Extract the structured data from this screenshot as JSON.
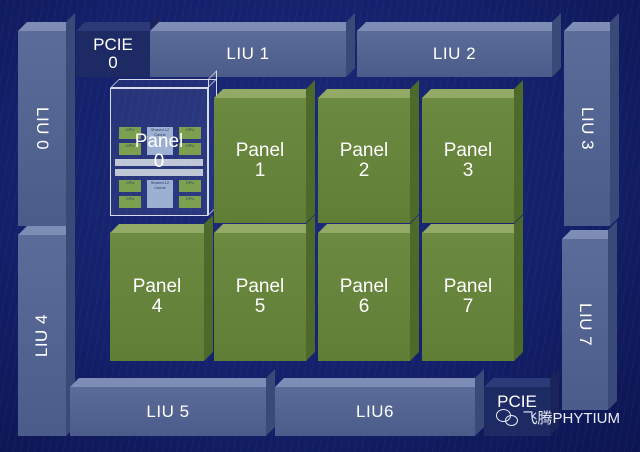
{
  "pcie_top": {
    "line1": "PCIE",
    "line2": "0"
  },
  "pcie_bottom": {
    "line1": "PCIE"
  },
  "liu": {
    "liu0": "LIU 0",
    "liu1": "LIU 1",
    "liu2": "LIU 2",
    "liu3": "LIU 3",
    "liu4": "LIU 4",
    "liu5": "LIU 5",
    "liu6": "LIU6",
    "liu7": "LIU 7"
  },
  "panels": [
    {
      "word": "Panel",
      "num": "0"
    },
    {
      "word": "Panel",
      "num": "1"
    },
    {
      "word": "Panel",
      "num": "2"
    },
    {
      "word": "Panel",
      "num": "3"
    },
    {
      "word": "Panel",
      "num": "4"
    },
    {
      "word": "Panel",
      "num": "5"
    },
    {
      "word": "Panel",
      "num": "6"
    },
    {
      "word": "Panel",
      "num": "7"
    }
  ],
  "watermark": {
    "text": "飞腾PHYTIUM",
    "icon": "wechat-icon"
  }
}
